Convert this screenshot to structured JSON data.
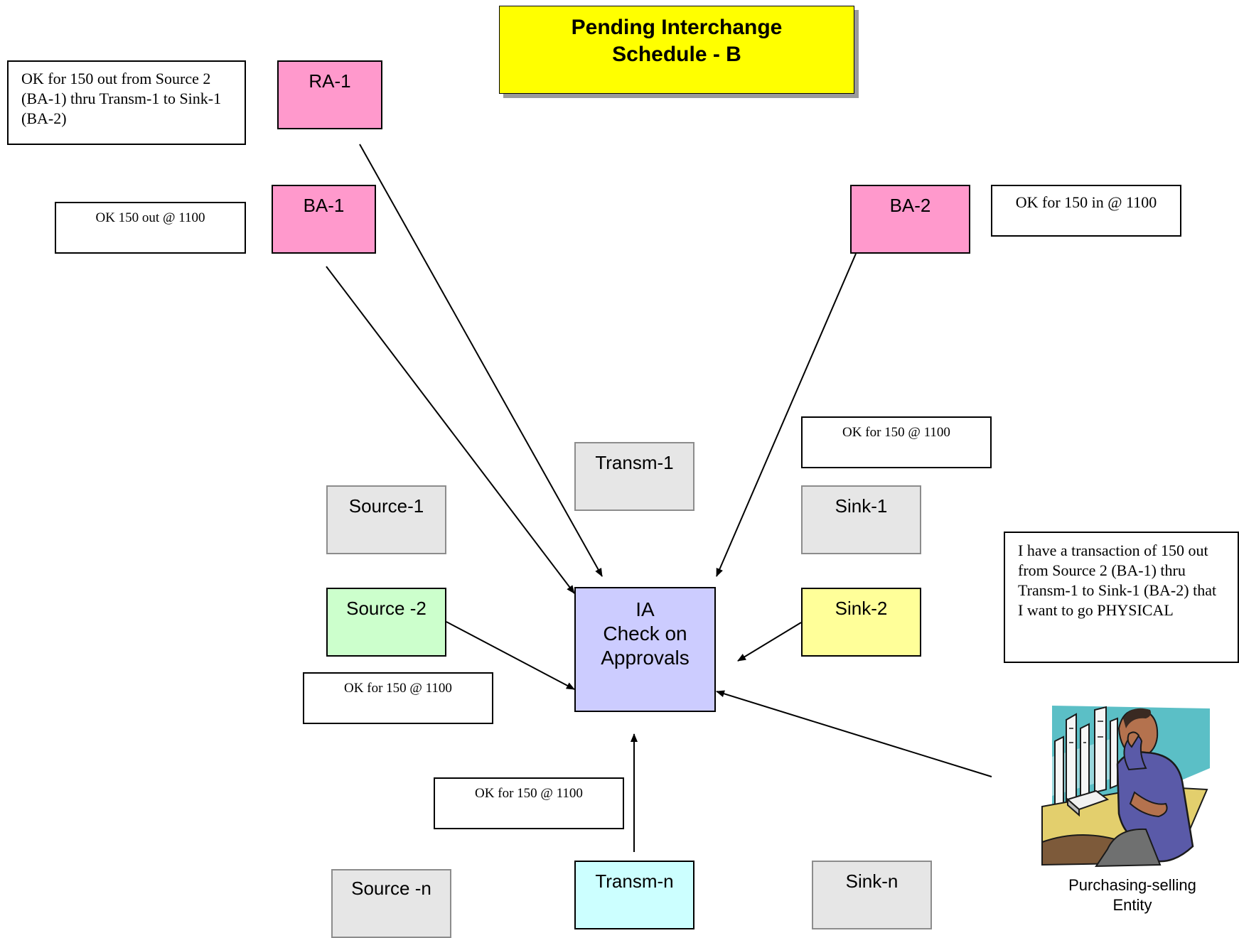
{
  "title": {
    "line1": "Pending Interchange",
    "line2": "Schedule - B",
    "color": "#ffff00"
  },
  "nodes": {
    "ra1": "RA-1",
    "ba1": "BA-1",
    "ba2": "BA-2",
    "transm1": "Transm-1",
    "source1": "Source-1",
    "sink1": "Sink-1",
    "source2": "Source -2",
    "sink2": "Sink-2",
    "source_n": "Source -n",
    "transm_n": "Transm-n",
    "sink_n": "Sink-n"
  },
  "ia": {
    "line1": "IA",
    "line2": "Check on",
    "line3": "Approvals",
    "color": "#ccccff"
  },
  "notes": {
    "ra1": "OK for 150 out from Source 2 (BA-1) thru Transm-1 to Sink-1 (BA-2)",
    "ba1": "OK 150 out @ 1100",
    "ba2": "OK for 150 in @ 1100",
    "sink1": "OK for 150 @ 1100",
    "source2": "OK for 150 @ 1100",
    "transm_n": "OK for 150 @ 1100",
    "entity": "I have a transaction of 150 out from Source 2 (BA-1) thru Transm-1 to Sink-1 (BA-2) that I want to go PHYSICAL"
  },
  "entity": {
    "caption_line1": "Purchasing-selling",
    "caption_line2": "Entity",
    "icon": "person-on-phone-clipart"
  },
  "colors": {
    "balancing_authority": "#ff99cc",
    "inactive": "#e6e6e6",
    "source": "#ccffcc",
    "sink": "#ffff99",
    "transmission": "#ccffff"
  }
}
